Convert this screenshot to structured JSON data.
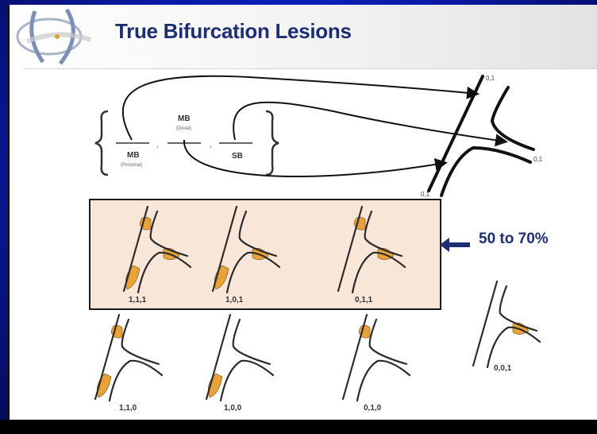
{
  "slide": {
    "title": "True Bifurcation Lesions"
  },
  "formula": {
    "mb_proximal": "MB",
    "mb_proximal_sub": "(Proximal)",
    "mb_distal": "MB",
    "mb_distal_sub": "(Distal)",
    "sb": "SB"
  },
  "schematic": {
    "label_top": "0,1",
    "label_right": "0,1",
    "label_bottom": "0,1"
  },
  "highlight": {
    "percentage": "50 to 70%"
  },
  "lesions": [
    {
      "label": "1,1,1",
      "proximal": true,
      "distal": true,
      "side": true
    },
    {
      "label": "1,0,1",
      "proximal": true,
      "distal": false,
      "side": true
    },
    {
      "label": "0,1,1",
      "proximal": false,
      "distal": true,
      "side": true
    },
    {
      "label": "1,1,0",
      "proximal": true,
      "distal": true,
      "side": false
    },
    {
      "label": "1,0,0",
      "proximal": true,
      "distal": false,
      "side": false
    },
    {
      "label": "0,1,0",
      "proximal": false,
      "distal": true,
      "side": false
    },
    {
      "label": "0,0,1",
      "proximal": false,
      "distal": false,
      "side": true
    }
  ],
  "colors": {
    "plaque": "#e9a238",
    "title": "#1e2e72",
    "highlight_bg": "#f8e6d8",
    "frame": "#0b1fb5"
  }
}
